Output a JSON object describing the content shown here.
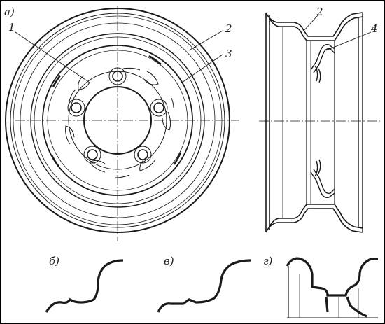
{
  "labels": {
    "a": "а)",
    "b": "б)",
    "v": "в)",
    "g": "г)",
    "n1": "1",
    "n2_front": "2",
    "n3": "3",
    "n2_side": "2",
    "n4": "4"
  },
  "colors": {
    "ink": "#1a1a1a",
    "paper": "#ffffff",
    "frame": "#000000"
  }
}
